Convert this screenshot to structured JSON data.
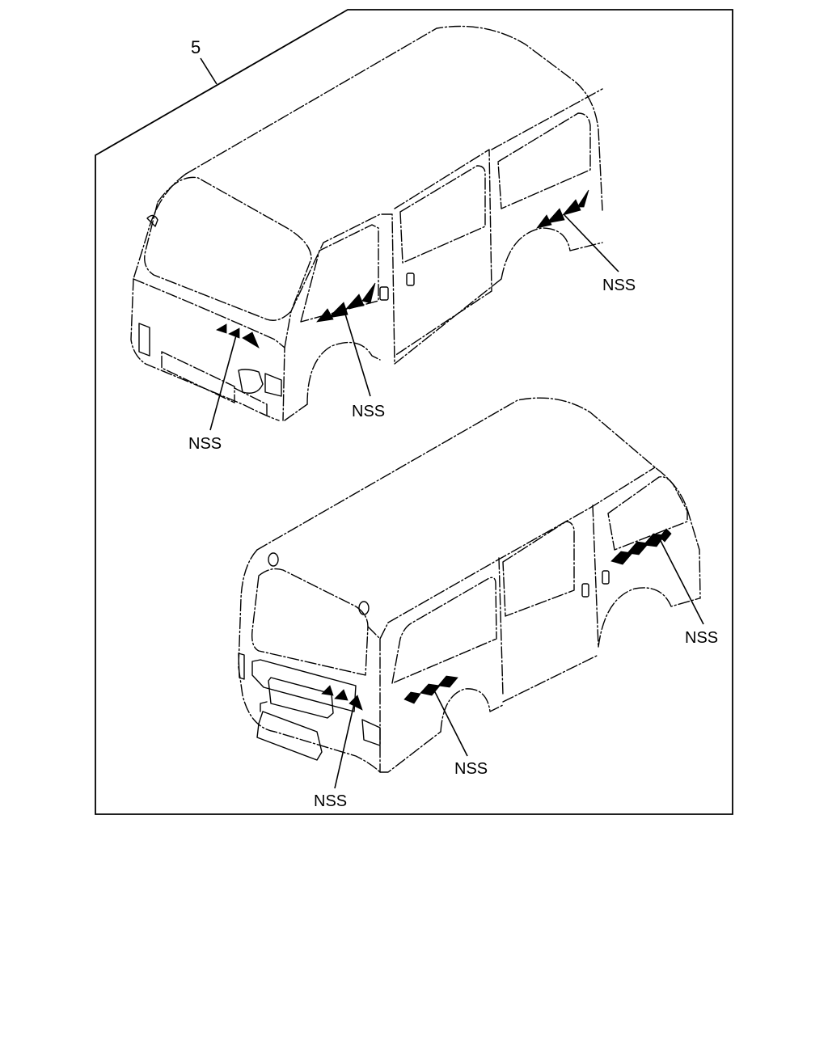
{
  "diagram": {
    "item_number": "5",
    "callouts": [
      {
        "id": "front-hood",
        "label": "NSS"
      },
      {
        "id": "front-door",
        "label": "NSS"
      },
      {
        "id": "front-rear-quarter",
        "label": "NSS"
      },
      {
        "id": "rear-quarter",
        "label": "NSS"
      },
      {
        "id": "rear-side",
        "label": "NSS"
      },
      {
        "id": "rear-back",
        "label": "NSS"
      }
    ]
  }
}
